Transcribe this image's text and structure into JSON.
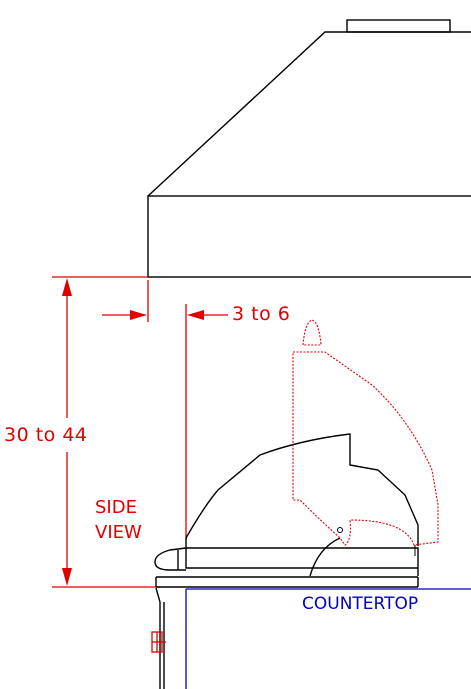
{
  "dimensions": {
    "height_range": "30 to 44",
    "setback_range": "3 to 6"
  },
  "labels": {
    "view_line1": "SIDE",
    "view_line2": "VIEW",
    "surface": "COUNTERTOP"
  },
  "colors": {
    "dimension": "#e00000",
    "countertop": "#0000c8",
    "outline": "#000000"
  }
}
